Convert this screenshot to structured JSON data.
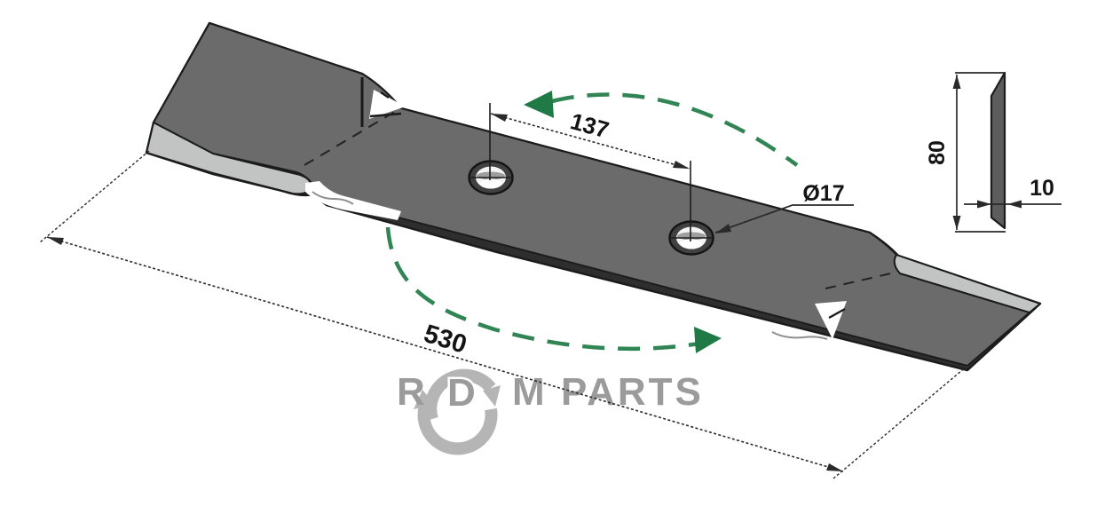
{
  "drawing": {
    "subject": "mower-blade",
    "dimensions": {
      "overall_length": "530",
      "hole_spacing": "137",
      "hole_diameter": "Ø17",
      "section_height": "80",
      "section_thickness": "10"
    },
    "watermark": {
      "letter_r": "R",
      "letter_d": "D",
      "letter_m": "M",
      "word_parts": "PARTS"
    }
  },
  "colors": {
    "background": "#ffffff",
    "blade_top_face": "#6b6b6b",
    "cutting_edge_light": "#c2c4c3",
    "blade_edge_dark": "#2e2e2e",
    "outline": "#1c1c1c",
    "dimension": "#2a2a2a",
    "rotation_green": "#1f7a45",
    "watermark_gray": "#9b9b9b"
  }
}
